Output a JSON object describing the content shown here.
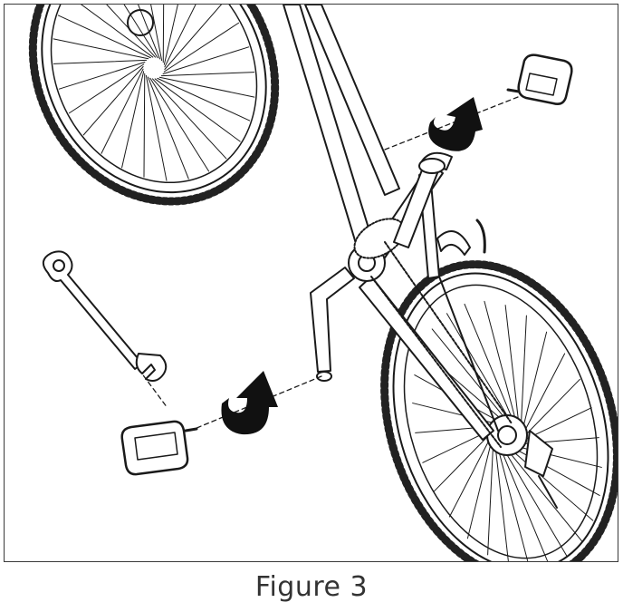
{
  "figure": {
    "caption": "Figure 3",
    "line_color": "#1a1a1a",
    "arrow_color": "#111111",
    "parts": [
      "front-wheel",
      "bicycle-frame",
      "rear-wheel",
      "chain",
      "right-crank-arm",
      "left-crank-arm",
      "right-pedal",
      "left-pedal",
      "wrench"
    ]
  }
}
